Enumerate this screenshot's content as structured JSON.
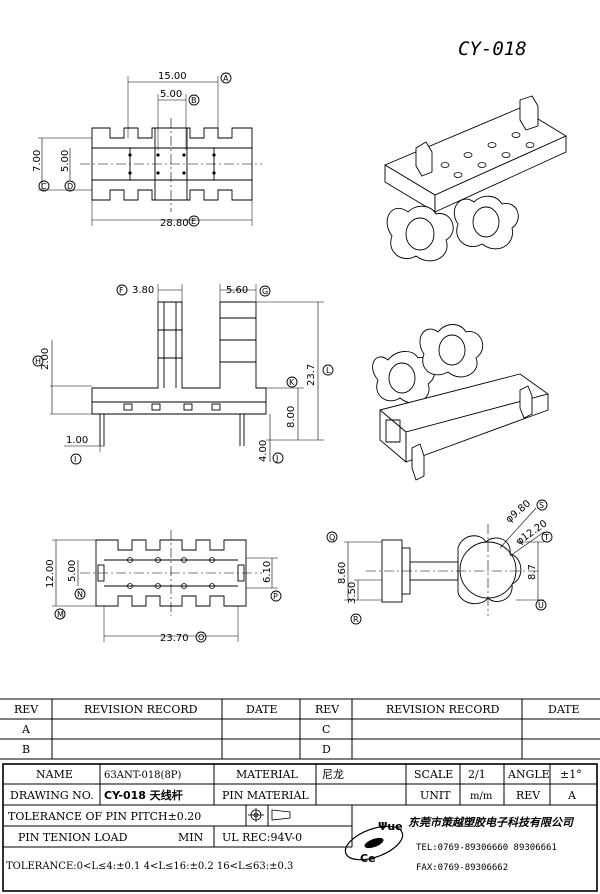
{
  "drawing": {
    "title": "CY-018",
    "top_view": {
      "dims": [
        "15.00",
        "5.00",
        "7.00",
        "5.00",
        "28.80"
      ],
      "labels": [
        "A",
        "B",
        "C",
        "D",
        "E"
      ]
    },
    "front_view": {
      "dims": [
        "3.80",
        "5.60",
        "2.00",
        "23.7",
        "8.00",
        "4.00",
        "1.00"
      ],
      "labels": [
        "F",
        "G",
        "H",
        "L",
        "K",
        "J",
        "I"
      ]
    },
    "bottom_view": {
      "dims": [
        "12.00",
        "5.00",
        "6.10",
        "23.70"
      ],
      "labels": [
        "M",
        "N",
        "P",
        "O"
      ]
    },
    "side_view": {
      "dims": [
        "φ9.80",
        "φ12.20",
        "8.60",
        "3.50",
        "8.7"
      ],
      "labels": [
        "S",
        "T",
        "Q",
        "R",
        "U"
      ]
    }
  },
  "revision_table": {
    "headers": [
      "REV",
      "REVISION RECORD",
      "DATE",
      "REV",
      "REVISION RECORD",
      "DATE"
    ],
    "rows": [
      [
        "A",
        "",
        "",
        "C",
        "",
        ""
      ],
      [
        "B",
        "",
        "",
        "D",
        "",
        ""
      ]
    ]
  },
  "title_block": {
    "name_label": "NAME",
    "name_value": "63ANT-018(8P)",
    "material_label": "MATERIAL",
    "material_value": "尼龙",
    "scale_label": "SCALE",
    "scale_value": "2/1",
    "angle_label": "ANGLE",
    "angle_value": "±1°",
    "drawing_no_label": "DRAWING NO.",
    "drawing_no_value": "CY-018 天线杆",
    "pin_material_label": "PIN MATERIAL",
    "unit_label": "UNIT",
    "unit_value": "m/m",
    "rev_label": "REV",
    "rev_value": "A",
    "pitch_tolerance": "TOLERANCE OF PIN PITCH±0.20",
    "tension_label": "PIN TENION LOAD",
    "tension_min": "MIN",
    "ul_rec": "UL REC:94V-0",
    "tolerance_line": "TOLERANCE:0<L≤4:±0.1  4<L≤16:±0.2  16<L≤63:±0.3",
    "logo_letters": "Ψue",
    "logo_ce": "Ce",
    "company": "东莞市策越塑胶电子科技有限公司",
    "tel": "TEL:0769-89306660 89306661",
    "fax": "FAX:0769-89306662"
  }
}
